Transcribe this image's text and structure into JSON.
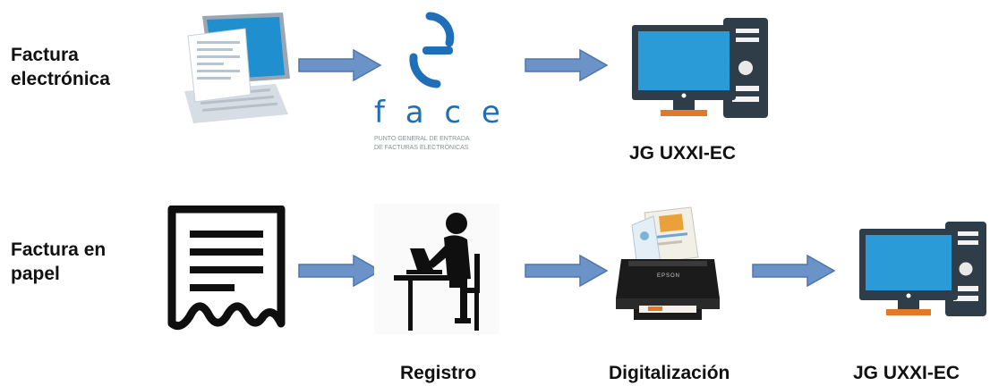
{
  "rows": {
    "electronic": {
      "label_line1": "Factura",
      "label_line2": "electrónica",
      "face_logo_letters": "f a c e",
      "face_logo_sub1": "PUNTO GENERAL DE ENTRADA",
      "face_logo_sub2": "DE FACTURAS ELECTRÓNICAS",
      "target_caption": "JG UXXI-EC"
    },
    "paper": {
      "label_line1": "Factura en",
      "label_line2": "papel",
      "captions": [
        "Registro",
        "Digitalización",
        "JG UXXI-EC"
      ],
      "scanner_brand": "EPSON"
    }
  },
  "colors": {
    "arrow_fill": "#6b93c8",
    "arrow_stroke": "#4e76ad",
    "screen": "#2b9bd8",
    "monitor_body": "#2f3d49",
    "stand": "#e07a2a",
    "tower": "#2f3d49",
    "face_blue": "#1e6fb8"
  }
}
